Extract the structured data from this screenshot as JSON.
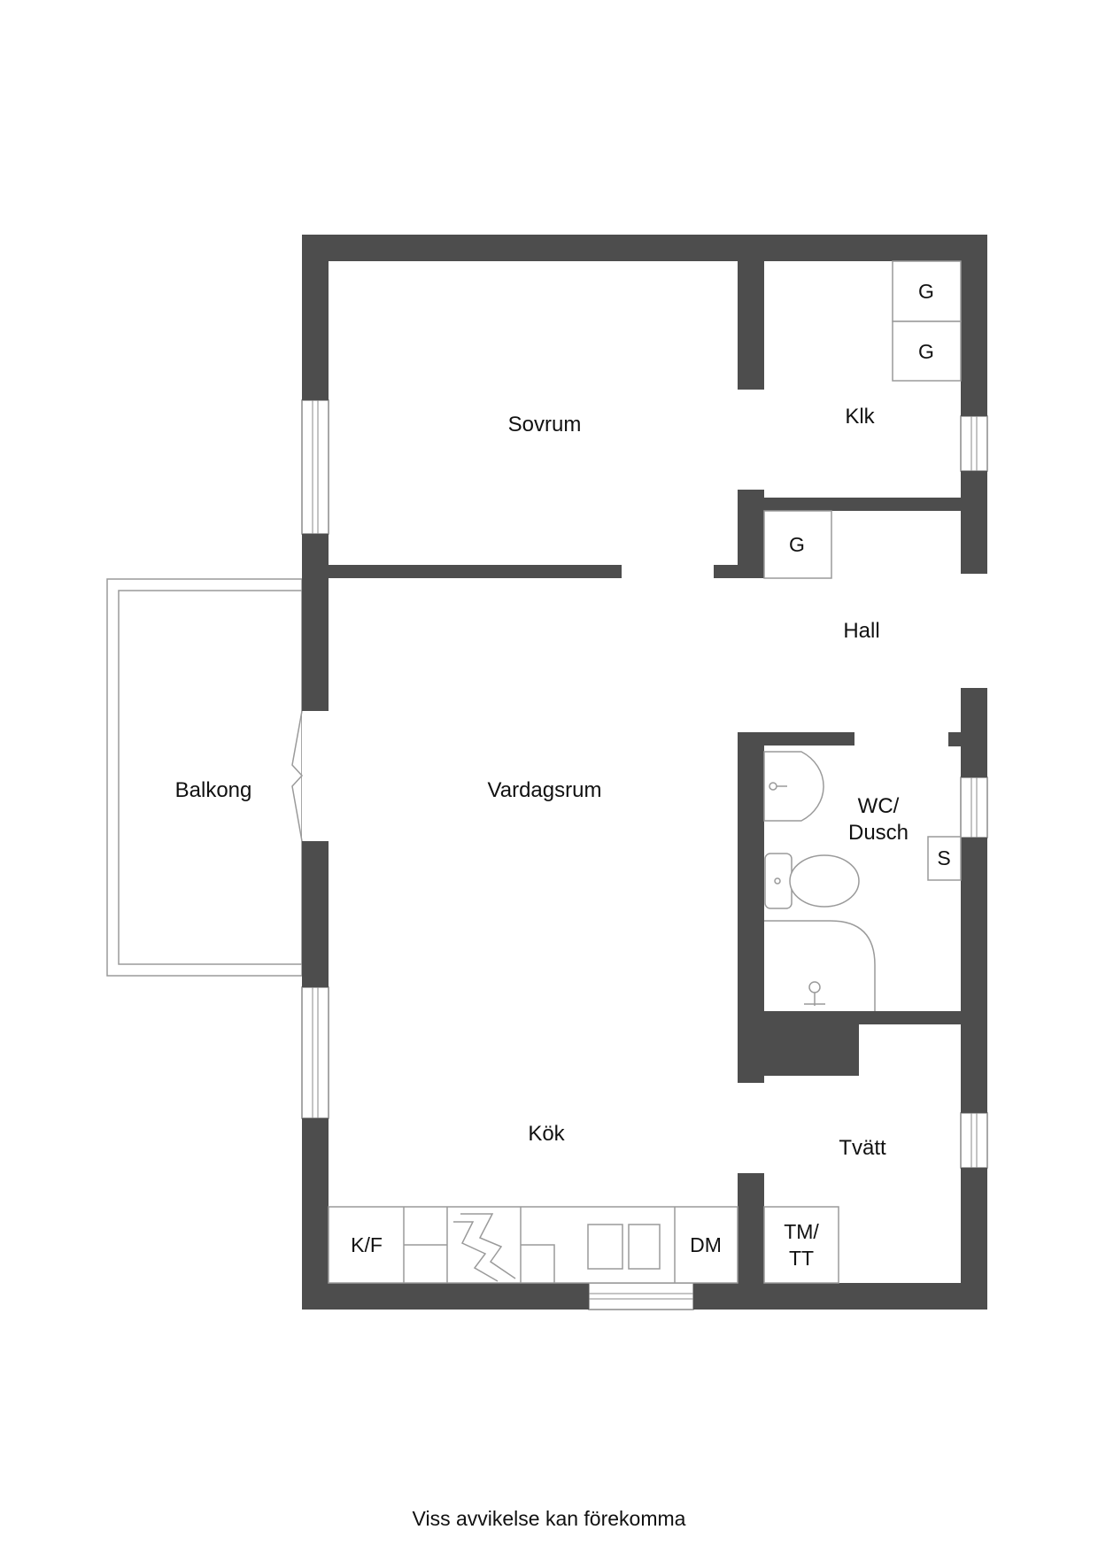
{
  "rooms": {
    "sovrum": "Sovrum",
    "klk": "Klk",
    "hall": "Hall",
    "vardagsrum": "Vardagsrum",
    "balkong": "Balkong",
    "wc_line1": "WC/",
    "wc_line2": "Dusch",
    "kok": "Kök",
    "tvatt": "Tvätt"
  },
  "fixtures": {
    "g1": "G",
    "g2": "G",
    "g3": "G",
    "s": "S",
    "kf": "K/F",
    "dm": "DM",
    "tm_line1": "TM/",
    "tm_line2": "TT"
  },
  "footer": {
    "disclaimer": "Viss avvikelse kan förekomma"
  }
}
